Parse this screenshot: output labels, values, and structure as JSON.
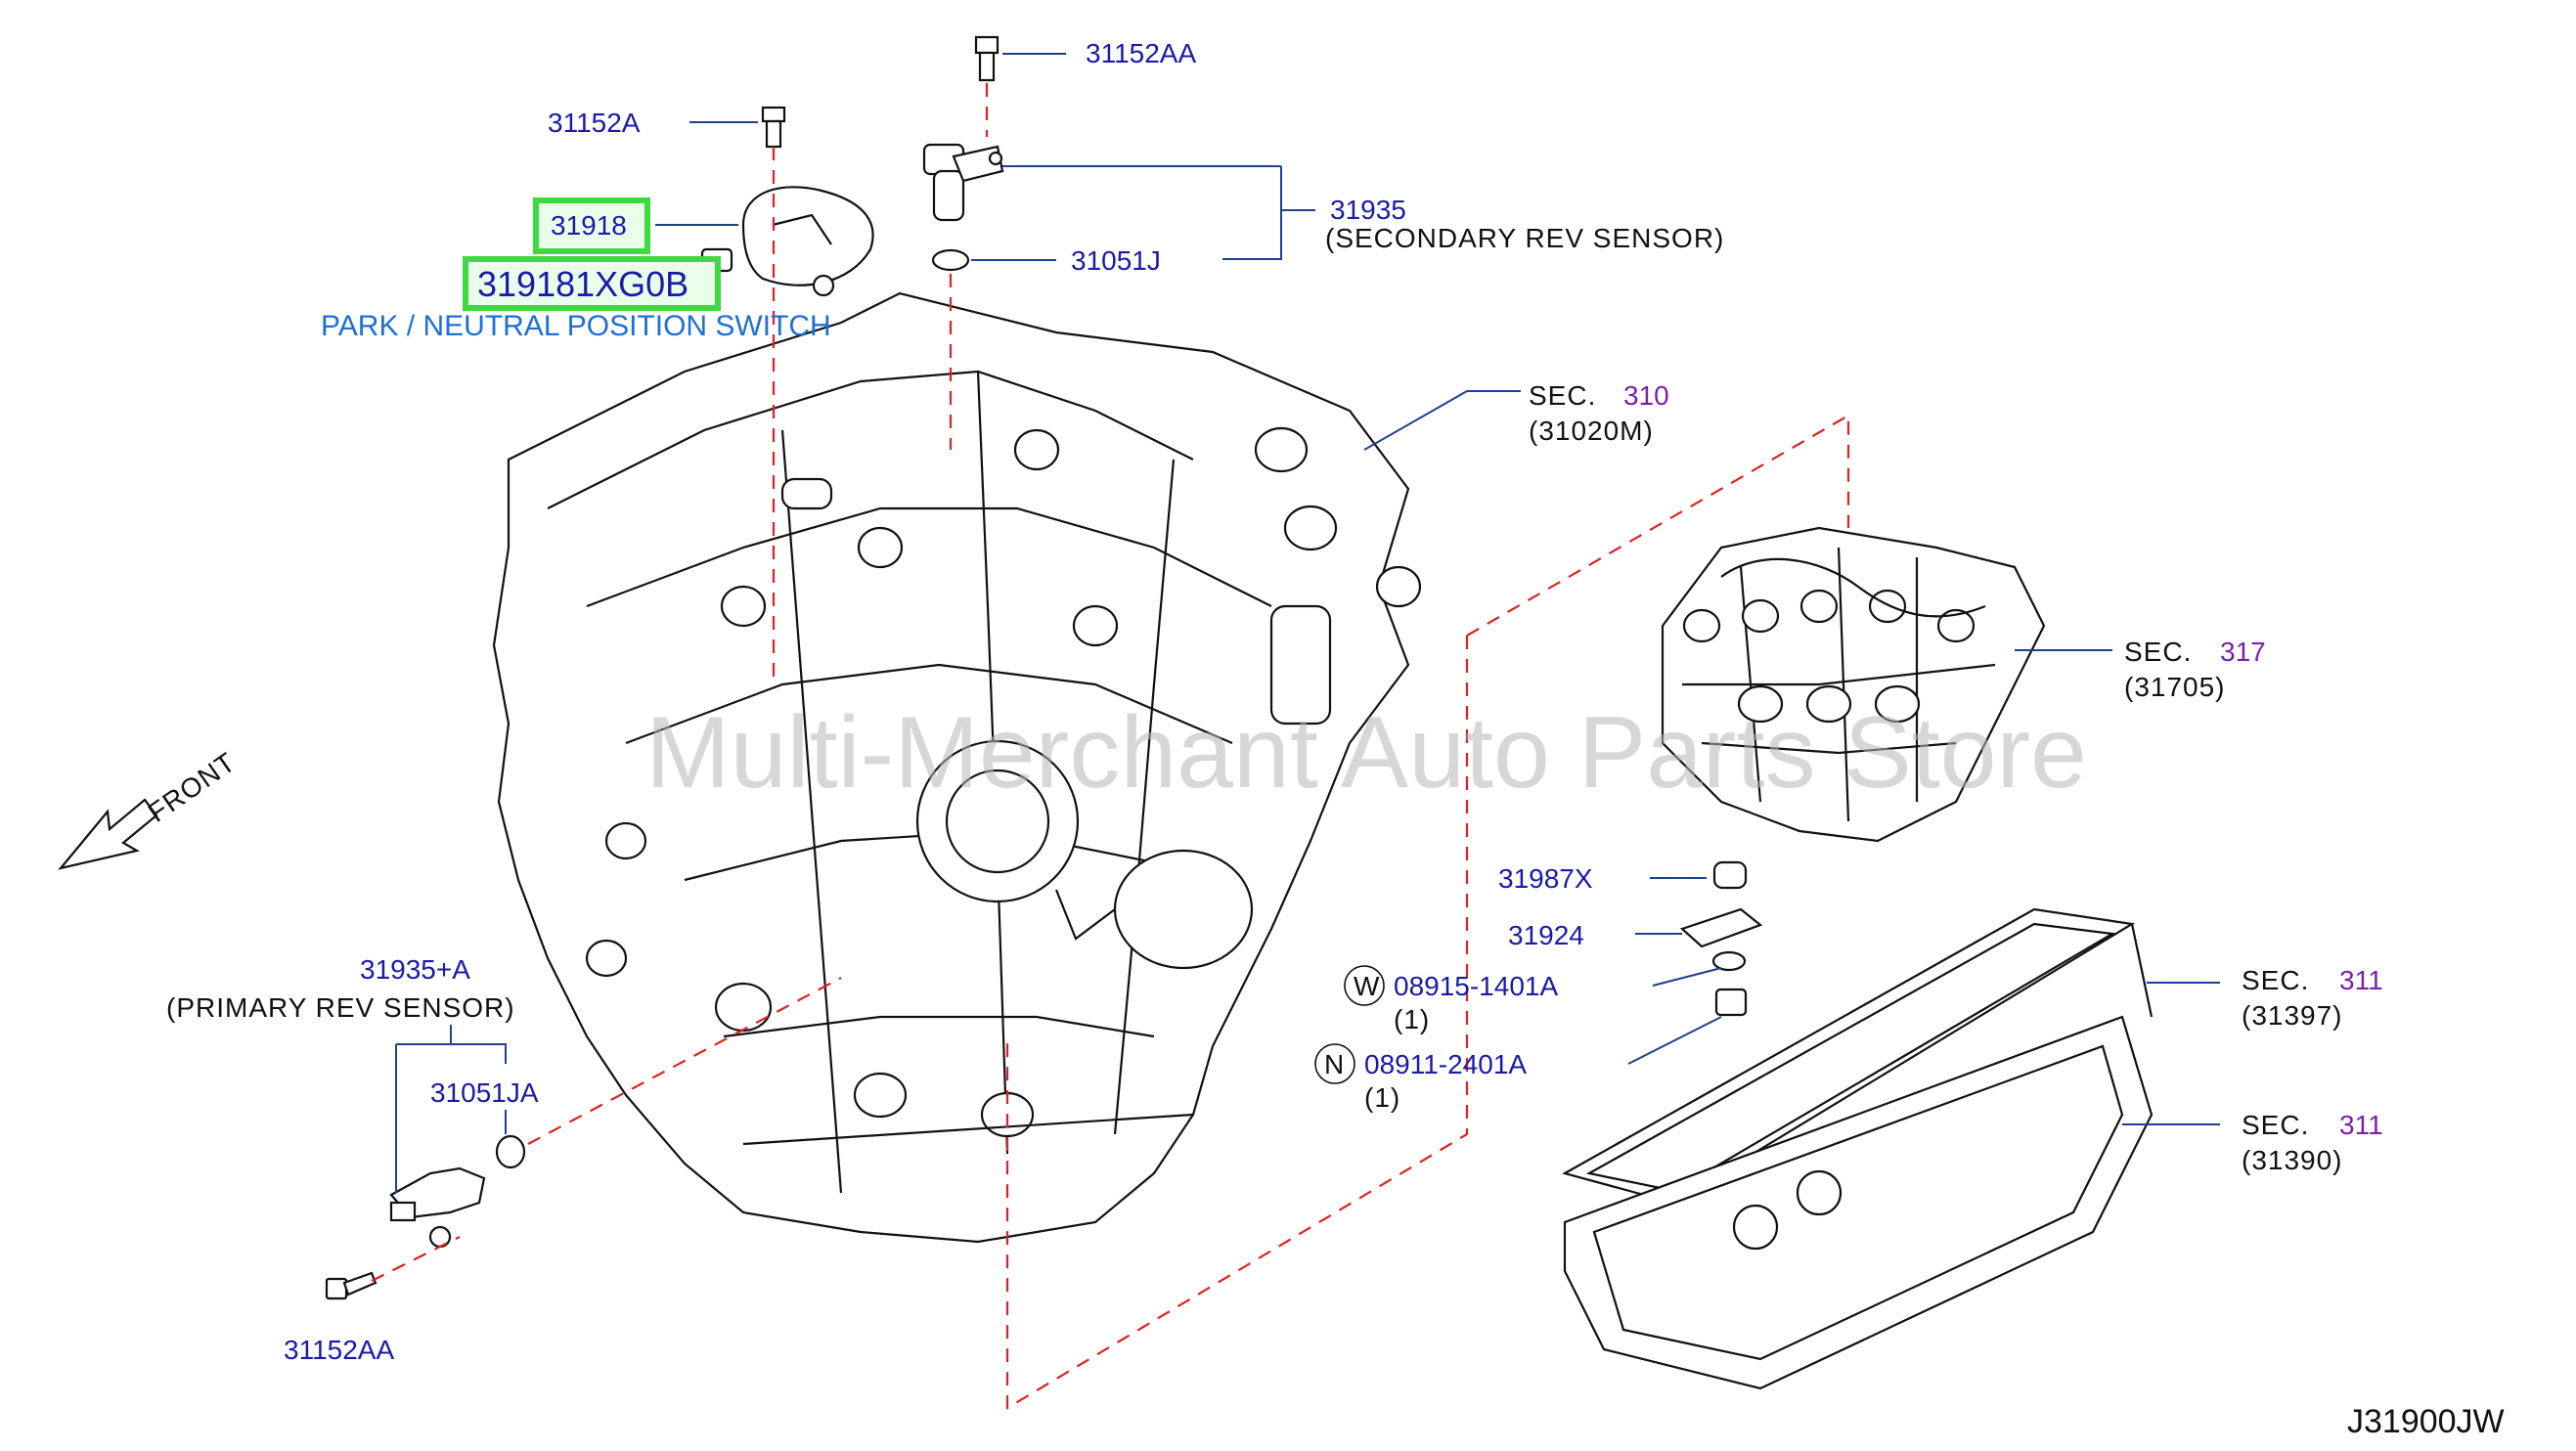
{
  "diagram_code": "J31900JW",
  "watermark": "Multi-Merchant Auto Parts Store",
  "front_label": "FRONT",
  "parts": {
    "bolt_top": "31152AA",
    "bolt_switch": "31152A",
    "switch": "31918",
    "switch_highlight": "319181XG0B",
    "switch_caption": "PARK / NEUTRAL POSITION SWITCH",
    "secondary_sensor": "31935",
    "secondary_sensor_desc": "(SECONDARY   REV   SENSOR)",
    "oring_secondary": "31051J",
    "primary_sensor": "31935+A",
    "primary_sensor_desc": "(PRIMARY   REV   SENSOR)",
    "oring_primary": "31051JA",
    "bolt_bottom": "31152AA",
    "seal": "31987X",
    "plate": "31924",
    "washer_mark": "W",
    "washer": "08915-1401A",
    "washer_qty": "(1)",
    "nut_mark": "N",
    "nut": "08911-2401A",
    "nut_qty": "(1)"
  },
  "sections": {
    "case": {
      "sec": "SEC.",
      "num": "310",
      "sub": "(31020M)"
    },
    "valve_body": {
      "sec": "SEC.",
      "num": "317",
      "sub": "(31705)"
    },
    "gasket": {
      "sec": "SEC.",
      "num": "311",
      "sub": "(31397)"
    },
    "oil_pan": {
      "sec": "SEC.",
      "num": "311",
      "sub": "(31390)"
    }
  }
}
